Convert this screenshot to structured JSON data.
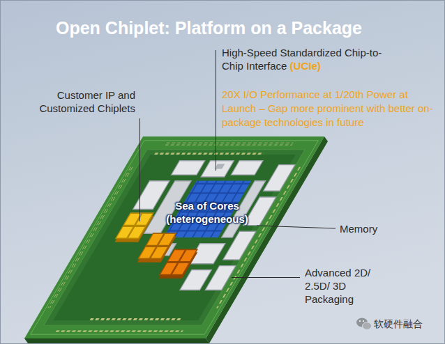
{
  "diagram": {
    "title": "Open Chiplet: Platform on a Package",
    "labels": [
      "High-Speed Standardized Chip-to-Chip Interface",
      "(UCIe)",
      "20X I/O Performance at 1/20th Power at Launch – Gap more prominent with better on-package technologies in future",
      "Customer IP and Customized Chiplets",
      "Sea of Cores (heterogeneous)",
      "Memory",
      "Advanced 2D/ 2.5D/ 3D Packaging",
      "软硬件融合"
    ]
  }
}
